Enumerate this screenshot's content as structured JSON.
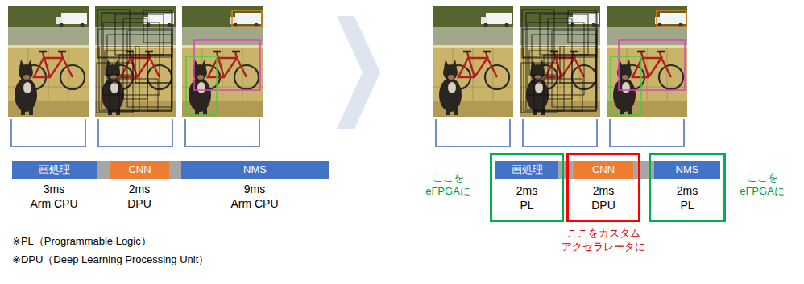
{
  "diagram": {
    "nodes": [
      {
        "text": [
          "画処理"
        ]
      },
      {
        "text": [
          "CNN"
        ]
      },
      {
        "text": [
          "NMS"
        ]
      },
      {
        "text": [
          "2ms",
          "PL"
        ]
      },
      {
        "text": [
          "画処理"
        ],
        "in": 3
      },
      {
        "text": [
          "2ms",
          "DPU"
        ]
      },
      {
        "text": [
          "CNN"
        ],
        "in": 5
      },
      {
        "text": [
          "2ms",
          "PL"
        ]
      },
      {
        "text": [
          "NMS"
        ],
        "in": 7
      }
    ],
    "labels": [
      "3ms",
      "Arm CPU",
      "2ms",
      "DPU",
      "9ms",
      "Arm CPU",
      "※PL（Programmable Logic）",
      "※DPU（Deep Learning Processing Unit）",
      "ここを eFPGAに",
      "ここをカスタム アクセラレータに",
      "ここを eFPGAに"
    ]
  }
}
